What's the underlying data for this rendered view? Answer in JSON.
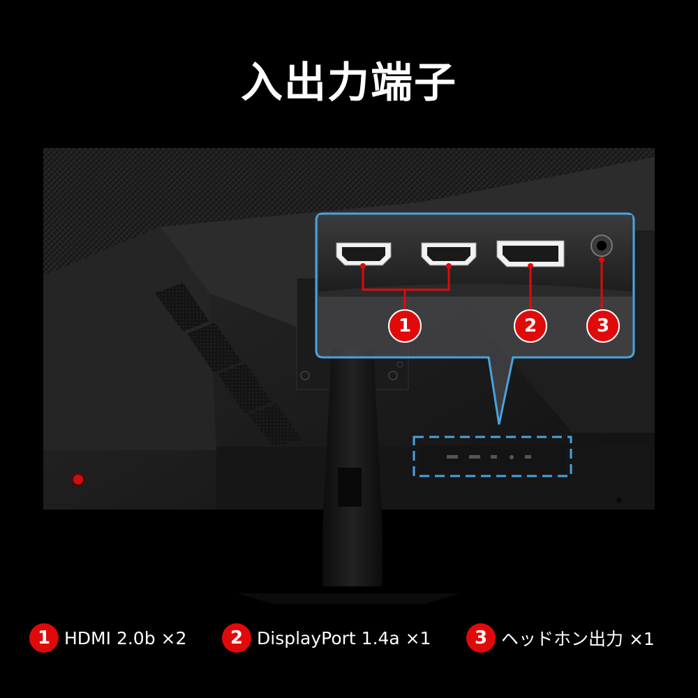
{
  "title": "入出力端子",
  "callouts": [
    "1",
    "2",
    "3"
  ],
  "legend": [
    {
      "num": "1",
      "text": "HDMI 2.0b ×2"
    },
    {
      "num": "2",
      "text": "DisplayPort 1.4a ×1"
    },
    {
      "num": "3",
      "text": "ヘッドホン出力 ×1"
    }
  ],
  "colors": {
    "accent_red": "#e10a0a",
    "highlight_blue": "#4aa3e0",
    "background": "#000000"
  },
  "icons": [
    "hdmi-port-icon",
    "displayport-icon",
    "headphone-jack-icon",
    "power-button-icon"
  ]
}
